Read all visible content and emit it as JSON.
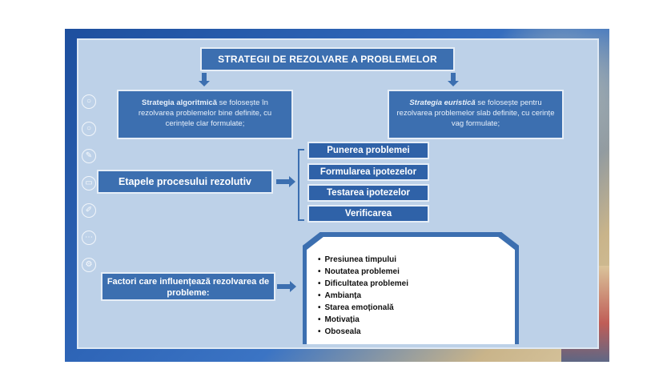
{
  "title": "STRATEGII DE REZOLVARE A PROBLEMELOR",
  "left_strategy": {
    "term": "Strategia algoritmică",
    "rest": " se folosește în rezolvarea problemelor bine definite, cu cerințele clar formulate;"
  },
  "right_strategy": {
    "term": "Strategia euristică",
    "rest": " se folosește pentru rezolvarea problemelor slab definite, cu cerințe vag formulate;"
  },
  "stages": {
    "label": "Etapele procesului rezolutiv",
    "steps": [
      "Punerea  problemei",
      "Formularea ipotezelor",
      "Testarea ipotezelor",
      "Verificarea"
    ]
  },
  "factors": {
    "label": "Factori care influențează rezolvarea de probleme:",
    "items": [
      "Presiunea timpului",
      "Noutatea problemei",
      "Dificultatea problemei",
      "Ambianța",
      "Starea emoțională",
      "Motivația",
      "Oboseala"
    ]
  },
  "icons": [
    "circle-icon",
    "circle-icon",
    "pen-icon",
    "square-icon",
    "edit-icon",
    "more-icon",
    "settings-icon"
  ],
  "colors": {
    "box": "#3c6fb0",
    "slide": "#bdd1e8"
  }
}
